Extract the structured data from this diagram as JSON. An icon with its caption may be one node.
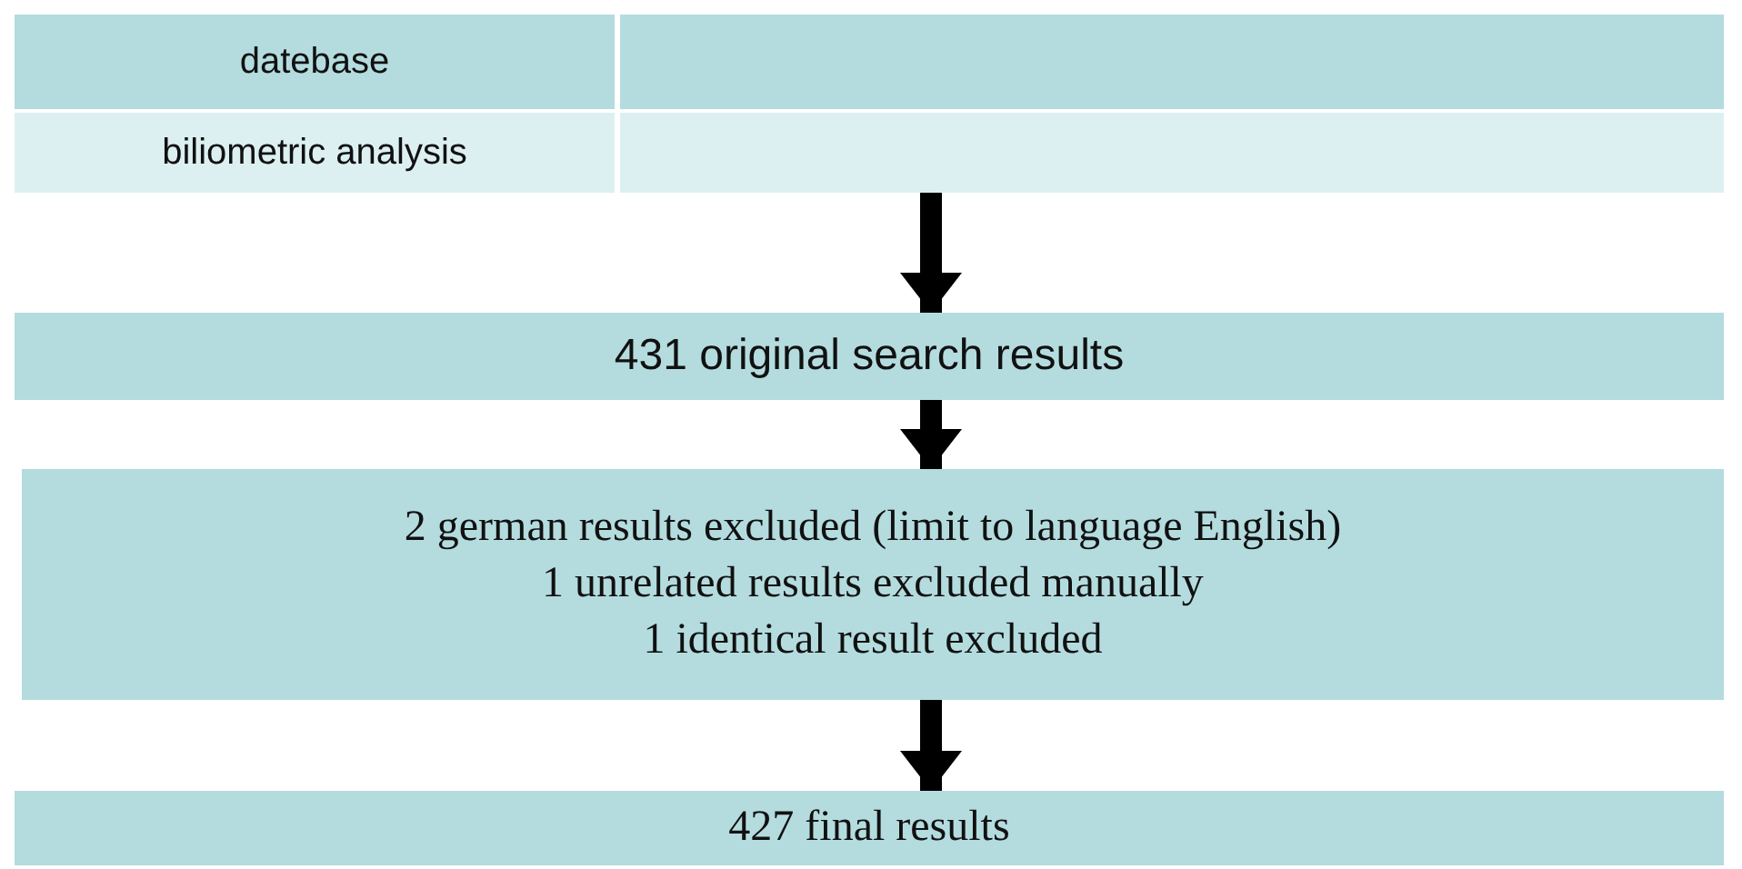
{
  "diagram": {
    "nodes": [
      {
        "text": [
          "datebase",
          "biliometric analysis"
        ]
      },
      {
        "text": [
          "431 original search results"
        ]
      },
      {
        "text": [
          "2 german results excluded (limit to language English)",
          "1 unrelated results excluded manually",
          "1 identical result excluded"
        ]
      },
      {
        "text": [
          "427 final results"
        ]
      }
    ],
    "edges": [
      {
        "from": 0,
        "to": 1,
        "arrow": "to"
      },
      {
        "from": 1,
        "to": 2,
        "arrow": "to"
      },
      {
        "from": 2,
        "to": 3,
        "arrow": "to"
      }
    ]
  }
}
